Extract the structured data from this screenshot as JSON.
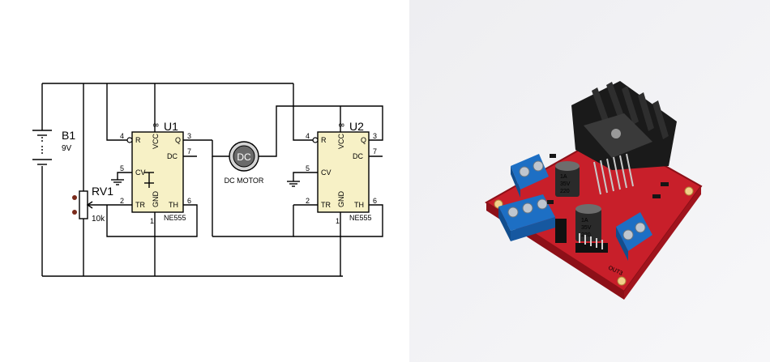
{
  "battery": {
    "ref": "B1",
    "value": "9V"
  },
  "pot": {
    "ref": "RV1",
    "value": "10k"
  },
  "u1": {
    "ref": "U1",
    "part": "NE555",
    "pins": {
      "R": "R",
      "VCC": "VCC",
      "Q": "Q",
      "DC": "DC",
      "CV": "CV",
      "TR": "TR",
      "GND": "GND",
      "TH": "TH"
    },
    "pin_numbers": {
      "p4": "4",
      "p8": "8",
      "p3": "3",
      "p7": "7",
      "p5": "5",
      "p2": "2",
      "p6": "6",
      "p1": "1"
    }
  },
  "u2": {
    "ref": "U2",
    "part": "NE555",
    "pins": {
      "R": "R",
      "VCC": "VCC",
      "Q": "Q",
      "DC": "DC",
      "CV": "CV",
      "TR": "TR",
      "GND": "GND",
      "TH": "TH"
    },
    "pin_numbers": {
      "p4": "4",
      "p8": "8",
      "p3": "3",
      "p7": "7",
      "p5": "5",
      "p2": "2",
      "p6": "6",
      "p1": "1"
    }
  },
  "motor": {
    "symbol": "DC",
    "label": "DC MOTOR"
  },
  "module": {
    "capacitor_1": {
      "line1": "1A",
      "line2": "35V",
      "line3": "220"
    },
    "capacitor_2": {
      "line1": "1A",
      "line2": "35V",
      "line3": "220"
    },
    "terminal_label": "OUT3"
  },
  "colors": {
    "pcb": "#d2242d",
    "terminal": "#1d6fc4",
    "heatsink": "#181818",
    "capacitor": "#2a2a2a"
  }
}
